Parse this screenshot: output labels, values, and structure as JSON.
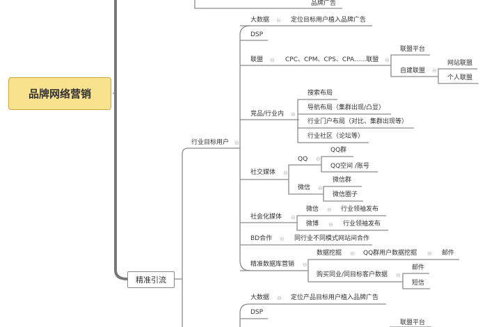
{
  "root": "品牌网络营销",
  "top_partial": "品牌广告",
  "branch": "精准引流",
  "sub": "行业目标用户",
  "collapse_icon": "⊖",
  "items": {
    "bigdata": "大数据",
    "bigdata_desc": "定位目标用户植入品牌广告",
    "dsp": "DSP",
    "union": "联盟",
    "union_desc": "CPC、CPM、CPS、CPA......联盟",
    "union_platform": "联盟平台",
    "self_union": "自建联盟",
    "site_union": "网站联盟",
    "personal_union": "个人联盟",
    "competitor": "竞品/行业内",
    "search_layout": "搜索布局",
    "nav_layout": "导航布局（集群出现/凸显）",
    "portal_layout": "行业门户布局（对比、集群出现等）",
    "community": "行业社区（论坛等）",
    "social": "社交媒体",
    "qq": "QQ",
    "qq_group": "QQ群",
    "qq_space": "QQ空间 /账号",
    "wechat": "微信",
    "wechat_group": "微信群",
    "wechat_circle": "微信圈子",
    "socialized": "社会化媒体",
    "s_wechat": "微信",
    "s_wechat_leader": "行业领袖发布",
    "weibo": "微博",
    "weibo_leader": "行业领袖发布",
    "bd": "BD合作",
    "bd_desc": "同行业不同模式网站间合作",
    "db": "精准数据库营销",
    "mining": "数据挖掘",
    "qq_mining": "QQ群用户数据挖掘",
    "mail1": "邮件",
    "buy_data": "购买同业/同目标客户数据",
    "mail2": "邮件",
    "sms": "短信",
    "bigdata2": "大数据",
    "bigdata2_desc": "定位产品目标用户植入品牌广告",
    "dsp2": "DSP",
    "union_platform2": "联盟平台"
  }
}
